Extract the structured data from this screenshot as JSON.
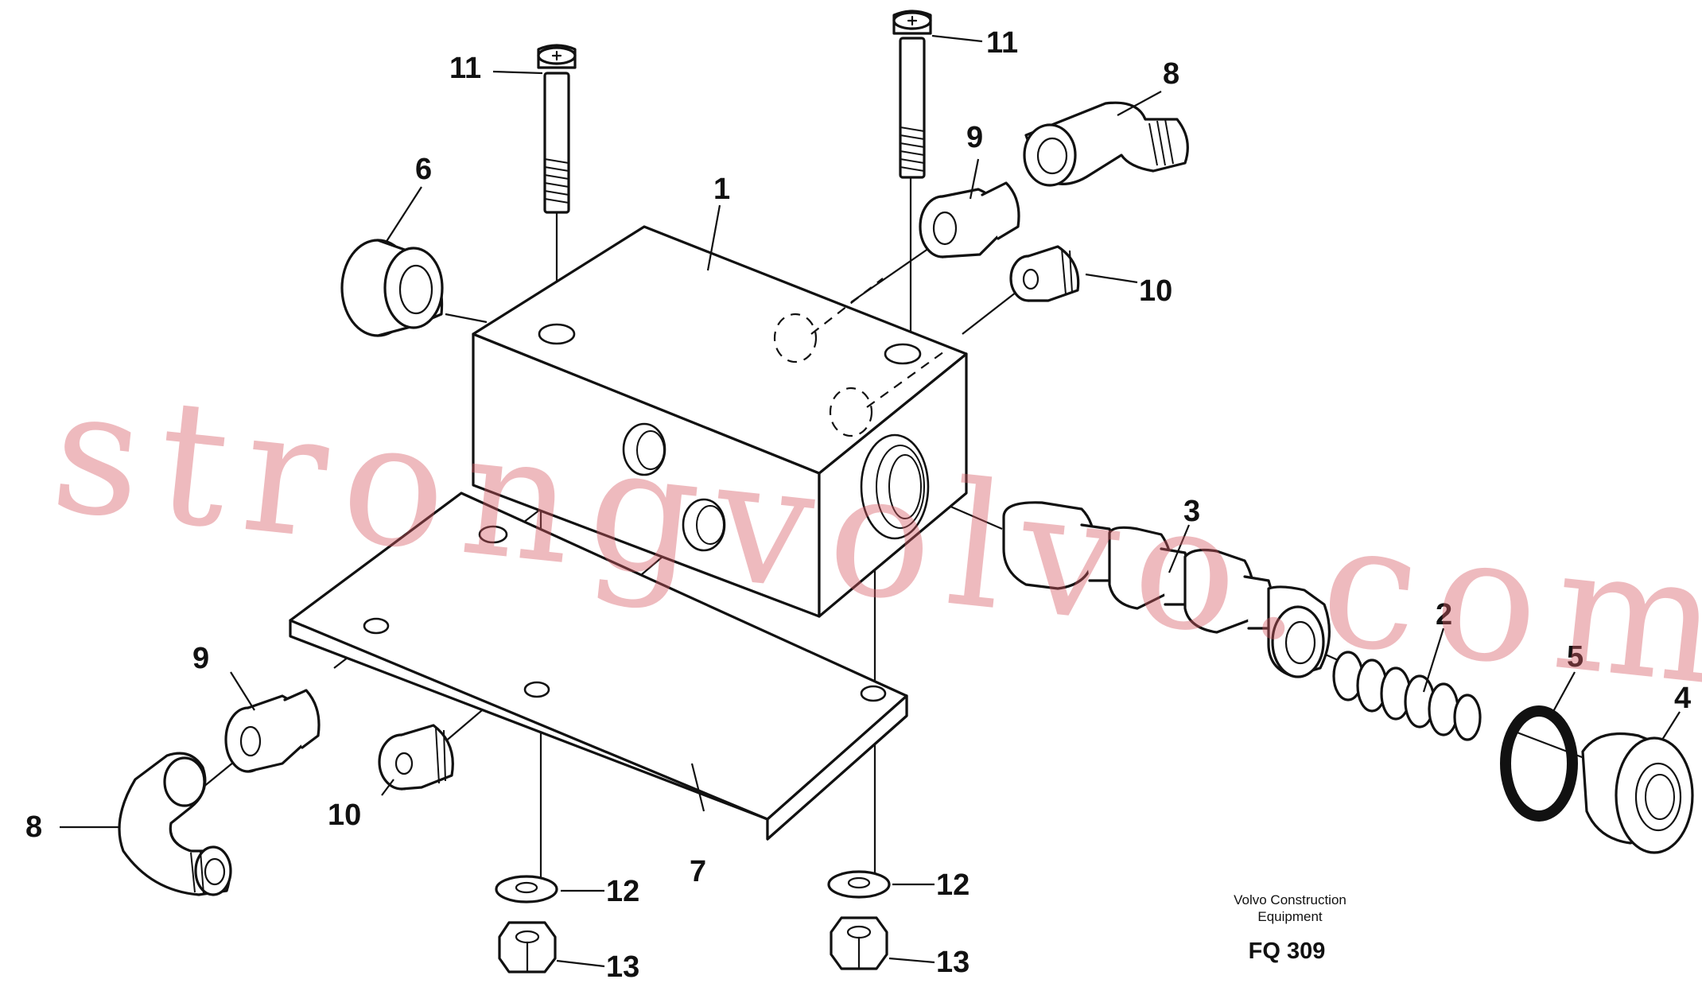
{
  "callouts": {
    "c1": "1",
    "c2": "2",
    "c3": "3",
    "c4": "4",
    "c5": "5",
    "c6": "6",
    "c7": "7",
    "c8a": "8",
    "c8b": "8",
    "c9a": "9",
    "c9b": "9",
    "c10a": "10",
    "c10b": "10",
    "c11a": "11",
    "c11b": "11",
    "c12a": "12",
    "c12b": "12",
    "c13a": "13",
    "c13b": "13"
  },
  "watermark": "strongvolvo.com",
  "caption": {
    "brand_line1": "Volvo Construction",
    "brand_line2": "Equipment",
    "figure_code": "FQ 309"
  }
}
